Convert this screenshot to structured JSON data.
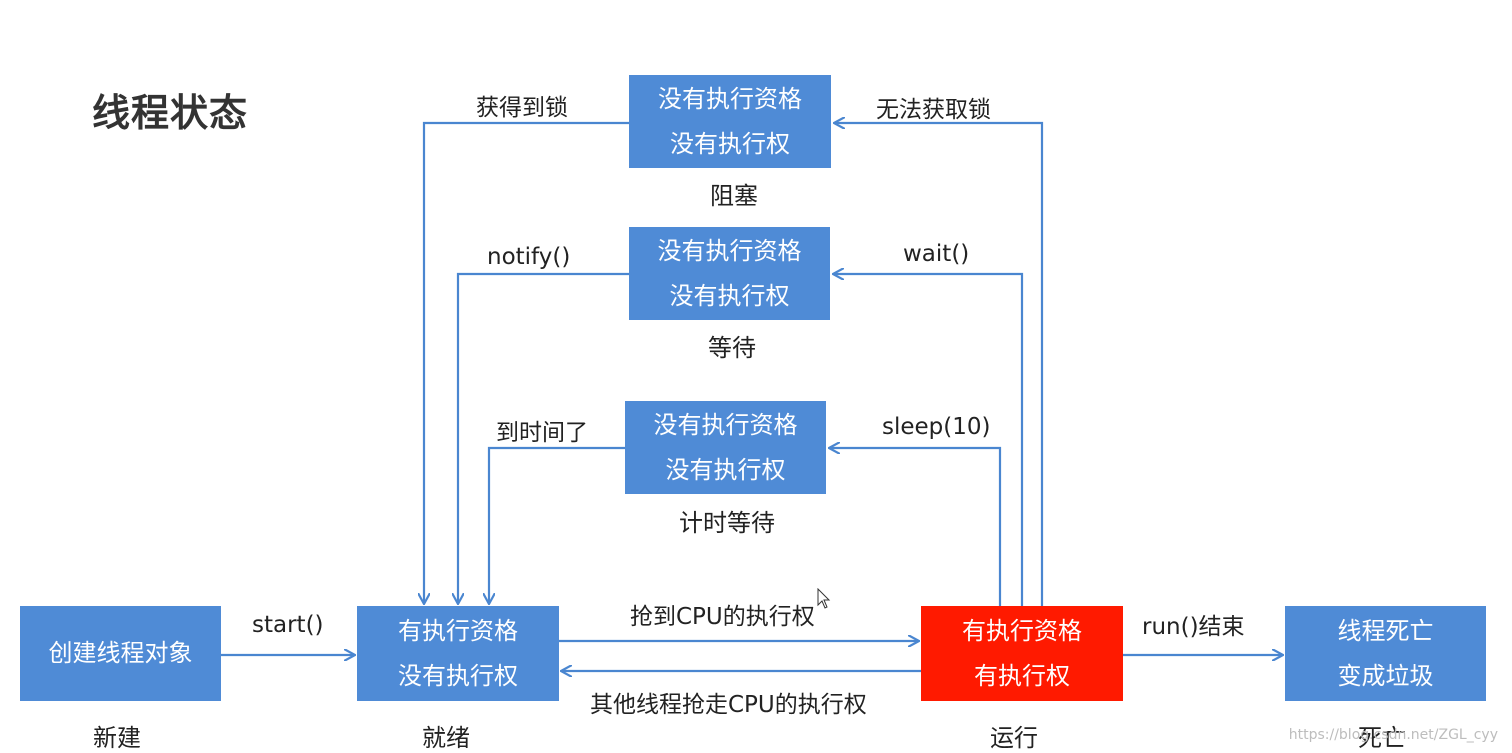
{
  "title": "线程状态",
  "colors": {
    "box": "#4f8bd6",
    "running_box": "#ff1a00",
    "arrow": "#4a86d0",
    "text": "#222222"
  },
  "states": {
    "new": {
      "lines": [
        "创建线程对象"
      ],
      "label": "新建"
    },
    "ready": {
      "lines": [
        "有执行资格",
        "没有执行权"
      ],
      "label": "就绪"
    },
    "running": {
      "lines": [
        "有执行资格",
        "有执行权"
      ],
      "label": "运行"
    },
    "dead": {
      "lines": [
        "线程死亡",
        "变成垃圾"
      ],
      "label": "死亡"
    },
    "blocked": {
      "lines": [
        "没有执行资格",
        "没有执行权"
      ],
      "label": "阻塞"
    },
    "waiting": {
      "lines": [
        "没有执行资格",
        "没有执行权"
      ],
      "label": "等待"
    },
    "timed_waiting": {
      "lines": [
        "没有执行资格",
        "没有执行权"
      ],
      "label": "计时等待"
    }
  },
  "transitions": {
    "start": "start()",
    "grab_cpu": "抢到CPU的执行权",
    "lose_cpu": "其他线程抢走CPU的执行权",
    "run_end": "run()结束",
    "cannot_get_lock": "无法获取锁",
    "got_lock": "获得到锁",
    "wait": "wait()",
    "notify": "notify()",
    "sleep": "sleep(10)",
    "time_up": "到时间了"
  },
  "watermark": "https://blog.csdn.net/ZGL_cyy"
}
